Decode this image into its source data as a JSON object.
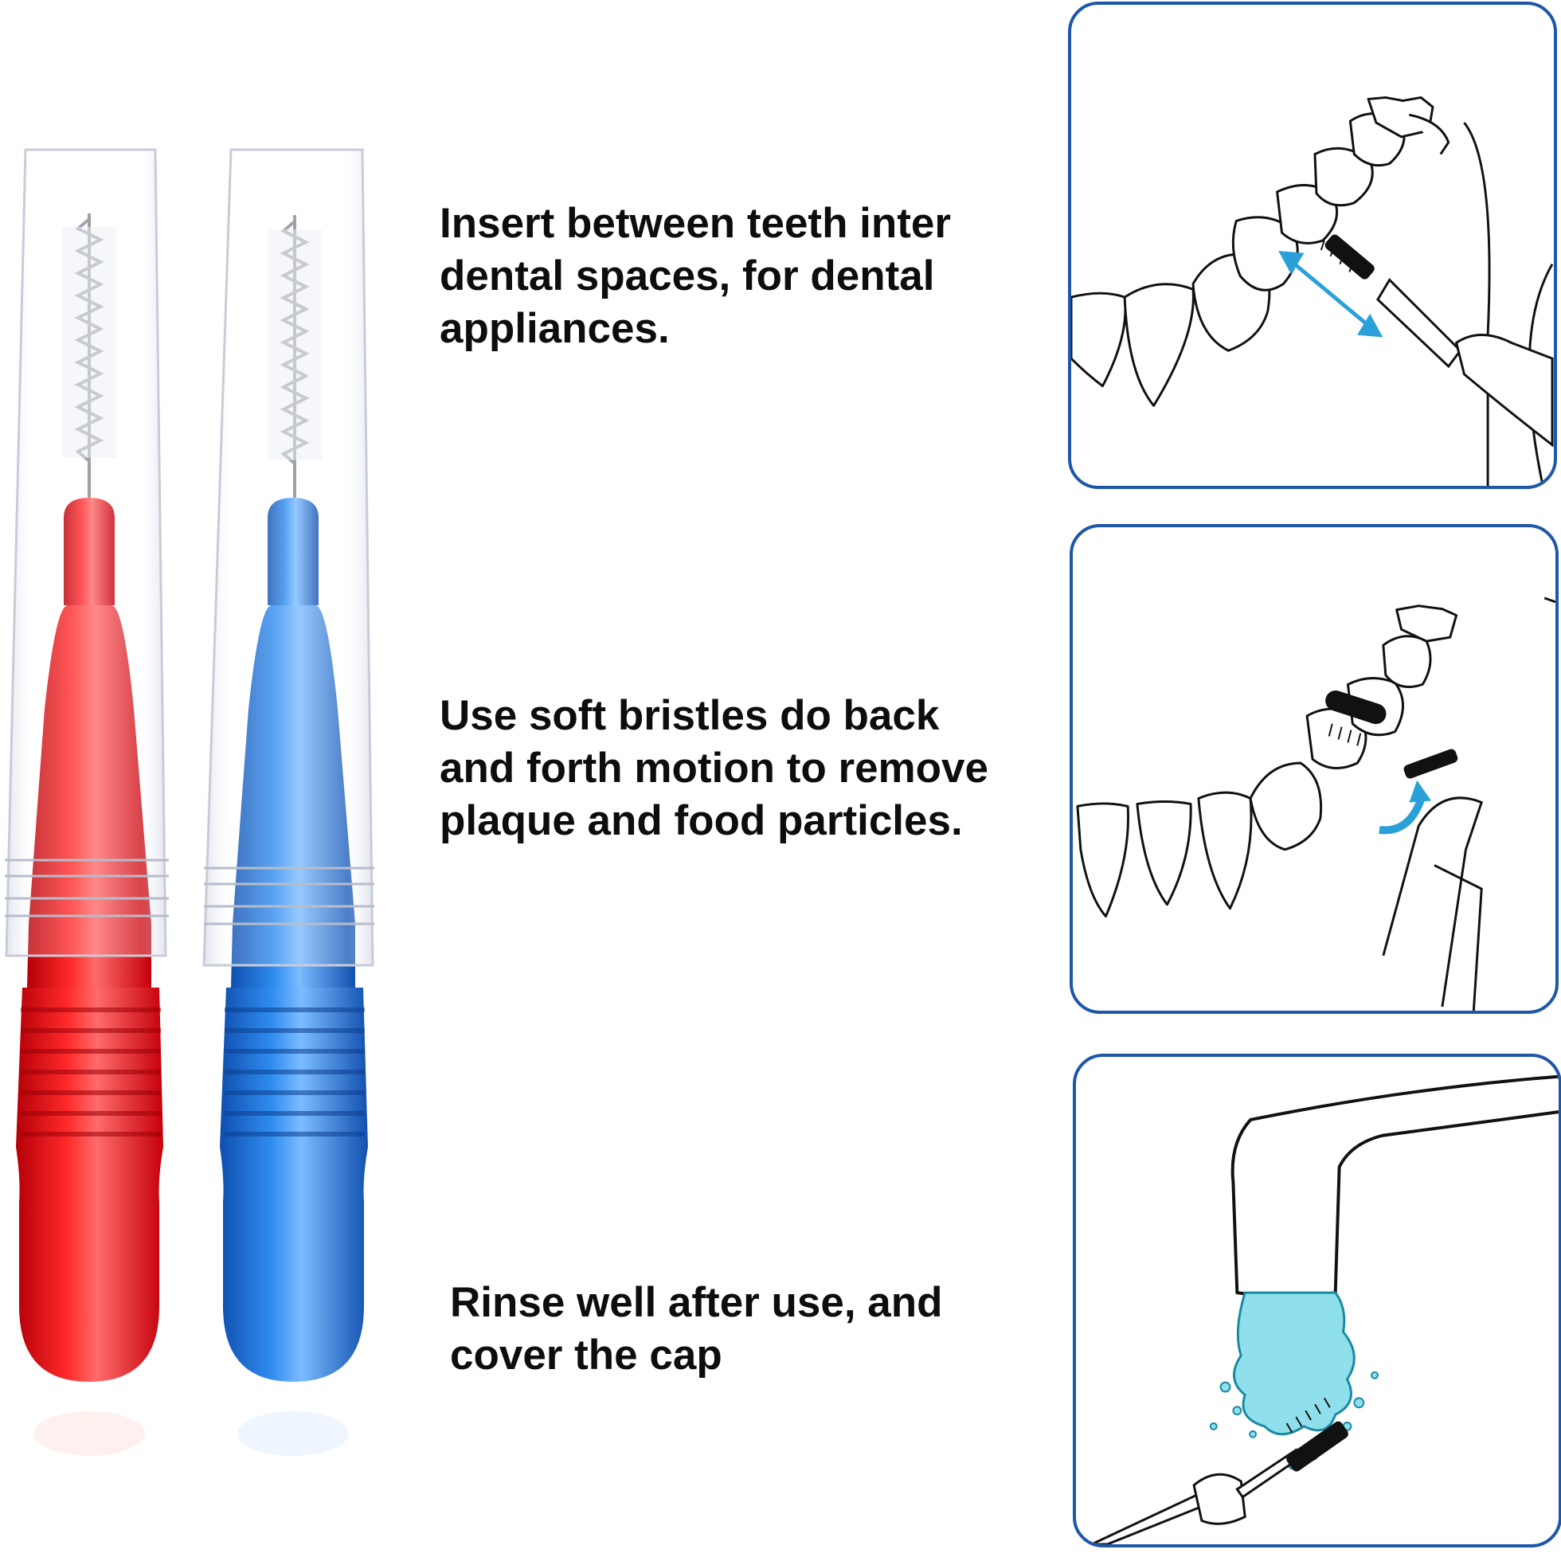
{
  "steps": [
    {
      "lines": [
        "Insert between teeth inter",
        "dental spaces, for dental",
        "appliances."
      ]
    },
    {
      "lines": [
        "Use soft bristles do back",
        "and forth motion to remove",
        "plaque and food particles."
      ]
    },
    {
      "lines": [
        "Rinse well after use, and",
        "cover the cap"
      ]
    }
  ],
  "brushes": [
    {
      "color_name": "red",
      "color": "#e8141a"
    },
    {
      "color_name": "blue",
      "color": "#1f73d6"
    }
  ],
  "colors": {
    "panel_border": "#1f57a8",
    "arrow": "#2aa0d8",
    "water": "#8fe0ec",
    "text": "#0d0d0d"
  },
  "icons": [
    "interdental-brush-insert-illustration",
    "back-forth-brushing-illustration",
    "rinse-under-faucet-illustration"
  ]
}
